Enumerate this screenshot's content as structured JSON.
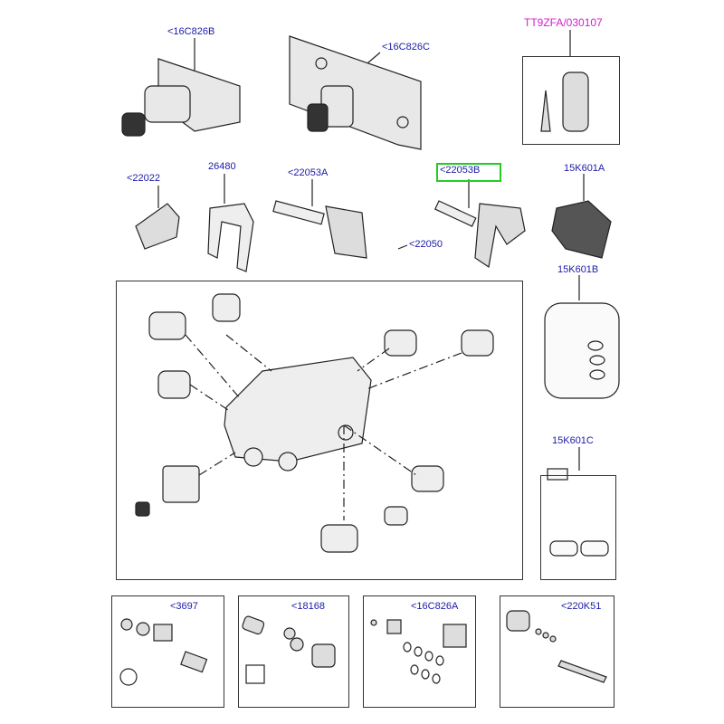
{
  "title_code": "TT9ZFA/030107",
  "highlight_color": "#22cc22",
  "labels": {
    "p16C826B": "<16C826B",
    "p16C826C": "<16C826C",
    "p22022": "<22022",
    "p26480": "26480",
    "p22053A": "<22053A",
    "p22053B": "<22053B",
    "p15K601A": "15K601A",
    "p22050": "<22050",
    "p15K601B": "15K601B",
    "p15K601C": "15K601C",
    "p3697": "<3697",
    "p18168": "<18168",
    "p16C826A": "<16C826A",
    "p220K51": "<220K51"
  }
}
